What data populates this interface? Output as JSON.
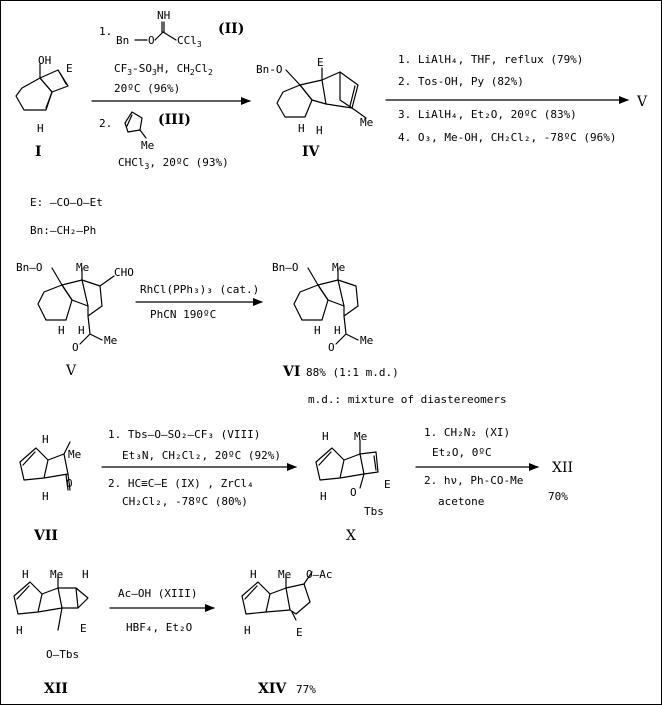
{
  "scheme1": {
    "step1": "1.",
    "imidate_nh": "NH",
    "imidate_bn": "Bn",
    "imidate_o": "O",
    "imidate_ccl3": "CCl",
    "imidate_ccl3_sub": "3",
    "roman_II": "(II)",
    "cond1_a": "CF",
    "cond1_a_sub": "3",
    "cond1_b": "-SO",
    "cond1_b_sub": "3",
    "cond1_c": "H, CH",
    "cond1_c_sub": "2",
    "cond1_d": "Cl",
    "cond1_d_sub": "2",
    "cond1_temp": "20ºC (96%)",
    "step2": "2.",
    "roman_III": "(III)",
    "me": "Me",
    "cond2": "CHCl",
    "cond2_sub": "3",
    "cond2_rest": ", 20ºC (93%)",
    "I_label": "I",
    "I_oh": "OH",
    "I_e": "E",
    "I_h": "H",
    "IV_label": "IV",
    "IV_bno": "Bn-O",
    "IV_e": "E",
    "IV_me": "Me",
    "IV_h": "H",
    "reagents_right": [
      "1. LiAlH₄, THF, reflux (79%)",
      "2. Tos-OH, Py (82%)",
      "3. LiAlH₄, Et₂O, 20ºC (83%)",
      "4. O₃, Me-OH, CH₂Cl₂, -78ºC (96%)"
    ],
    "product_V": "V"
  },
  "legend": {
    "e_def": "E: —CO—O—Et",
    "bn_def": "Bn:—CH₂—Ph"
  },
  "scheme2": {
    "V_label": "V",
    "V_bno": "Bn—O",
    "V_me": "Me",
    "V_cho": "CHO",
    "V_h": "H",
    "V_o": "O",
    "V_me2": "Me",
    "reagent1": "RhCl(PPh₃)₃ (cat.)",
    "reagent2": "PhCN 190ºC",
    "VI_label": "VI",
    "VI_yield": "88% (1:1 m.d.)",
    "VI_bno": "Bn—O",
    "VI_me": "Me",
    "VI_h": "H",
    "VI_o": "O",
    "VI_me2": "Me",
    "md_note": "m.d.: mixture of diastereomers"
  },
  "scheme3": {
    "VII_label": "VII",
    "VII_me": "Me",
    "VII_o": "O",
    "VII_h": "H",
    "reagents": [
      "1. Tbs—O—SO₂—CF₃ (VIII)",
      "Et₃N, CH₂Cl₂, 20ºC (92%)",
      "2. HC≡C—E (IX) , ZrCl₄",
      "CH₂Cl₂, -78ºC (80%)"
    ],
    "X_label": "X",
    "X_me": "Me",
    "X_e": "E",
    "X_o": "O",
    "X_tbs": "Tbs",
    "X_h": "H",
    "reagents2": [
      "1. CH₂N₂ (XI)",
      "Et₂O, 0ºC",
      "2. hν, Ph-CO-Me",
      "acetone"
    ],
    "XII_product": "XII",
    "XII_yield": "70%"
  },
  "scheme4": {
    "XII_label": "XII",
    "XII_h": "H",
    "XII_me": "Me",
    "XII_e": "E",
    "XII_otbs": "O—Tbs",
    "reagent1": "Ac—OH (XIII)",
    "reagent2": "HBF₄, Et₂O",
    "XIV_label": "XIV",
    "XIV_yield": "77%",
    "XIV_h": "H",
    "XIV_me": "Me",
    "XIV_oac": "O—Ac",
    "XIV_e": "E"
  }
}
